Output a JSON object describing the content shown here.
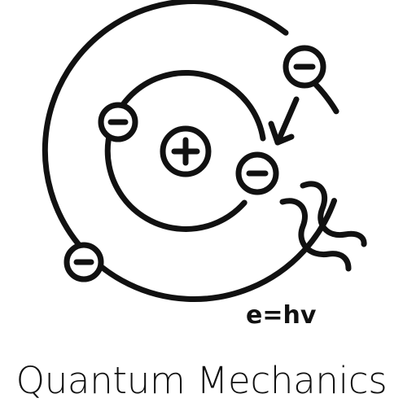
{
  "caption": "Quantum Mechanics",
  "equation": "e=hv",
  "icons": {
    "nucleus": "plus-sign",
    "electron": "minus-sign",
    "transition": "arrow-down-left",
    "photon": "wavy-lines"
  },
  "colors": {
    "stroke": "#111111",
    "background": "#ffffff"
  }
}
